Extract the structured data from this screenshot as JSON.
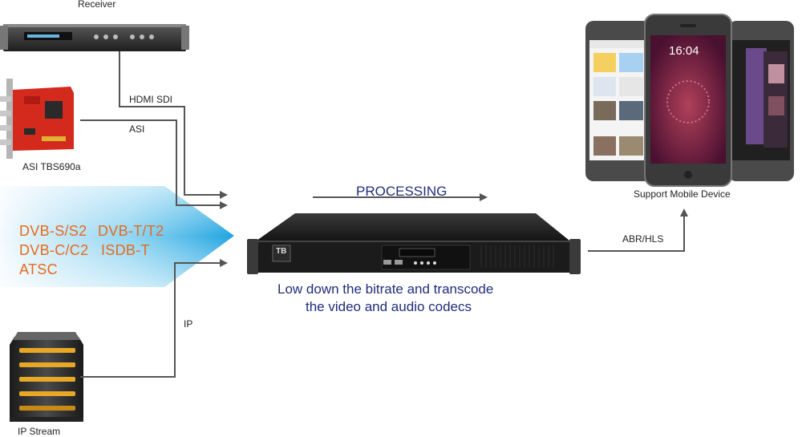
{
  "labels": {
    "receiver": "Receiver",
    "hdmi_sdi": "HDMI SDI",
    "asi": "ASI",
    "asi_card": "ASI TBS690a",
    "ip": "IP",
    "ip_stream": "IP Stream",
    "processing": "PROCESSING",
    "abr_hls": "ABR/HLS",
    "support_mobile": "Support Mobile Device"
  },
  "standards": [
    "DVB-S/S2",
    "DVB-T/T2",
    "DVB-C/C2",
    "ISDB-T",
    "ATSC"
  ],
  "description": {
    "line1": "Low down the bitrate and transcode",
    "line2": "the video and audio codecs"
  },
  "phone_clock": "16:04",
  "device_logo": "TB",
  "colors": {
    "standards_text": "#e36a1e",
    "processing_text": "#1f2d7a",
    "arrow": "#555555",
    "gradient_blue": "#1fa3e0",
    "pcb_red": "#d42a1e",
    "phone_screen": "#7a1f3a"
  }
}
